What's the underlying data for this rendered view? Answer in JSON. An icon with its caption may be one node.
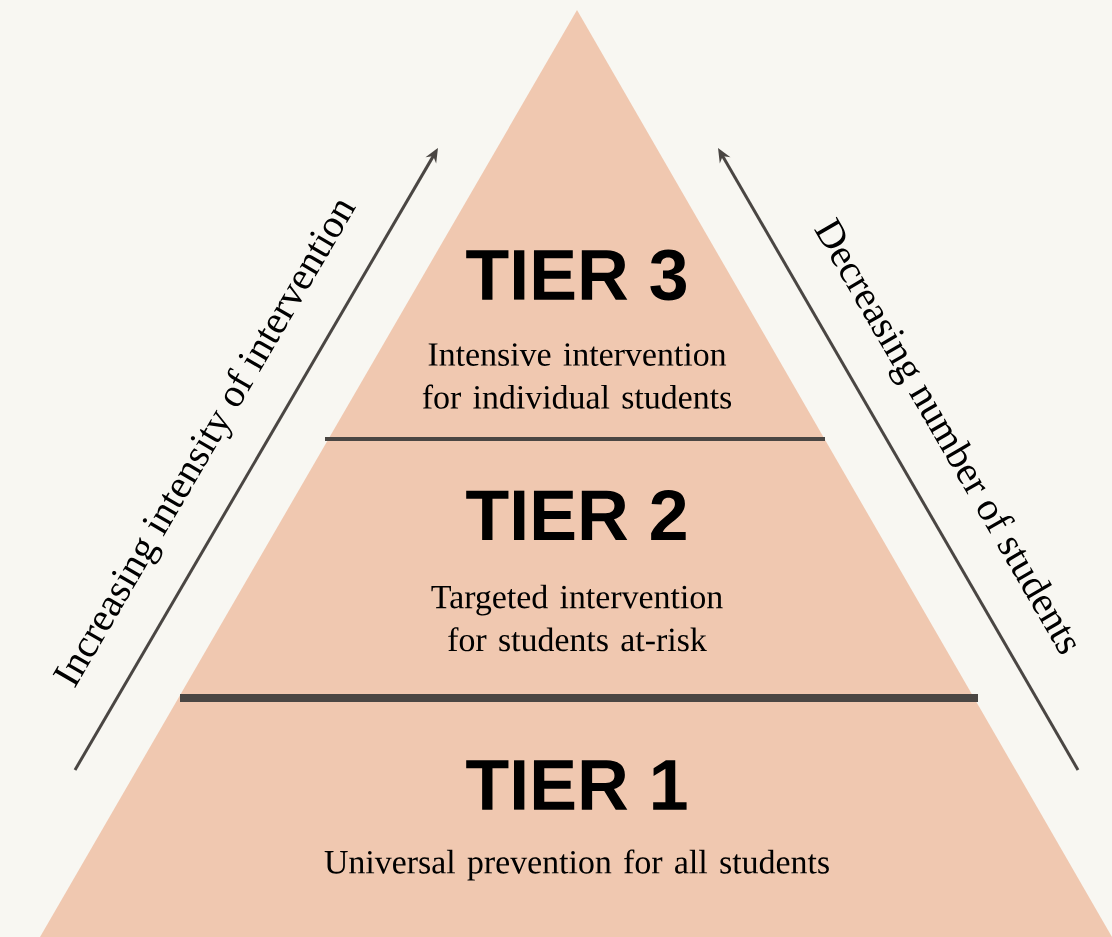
{
  "diagram": {
    "nodes": [
      {
        "text": [
          "TIER 3",
          "Intensive intervention for individual students"
        ]
      },
      {
        "text": [
          "TIER 2",
          "Targeted intervention for students at-risk"
        ]
      },
      {
        "text": [
          "TIER 1",
          "Universal prevention for all students"
        ]
      }
    ],
    "labels": [
      "Increasing intensity of intervention",
      "Decreasing number of students"
    ]
  }
}
